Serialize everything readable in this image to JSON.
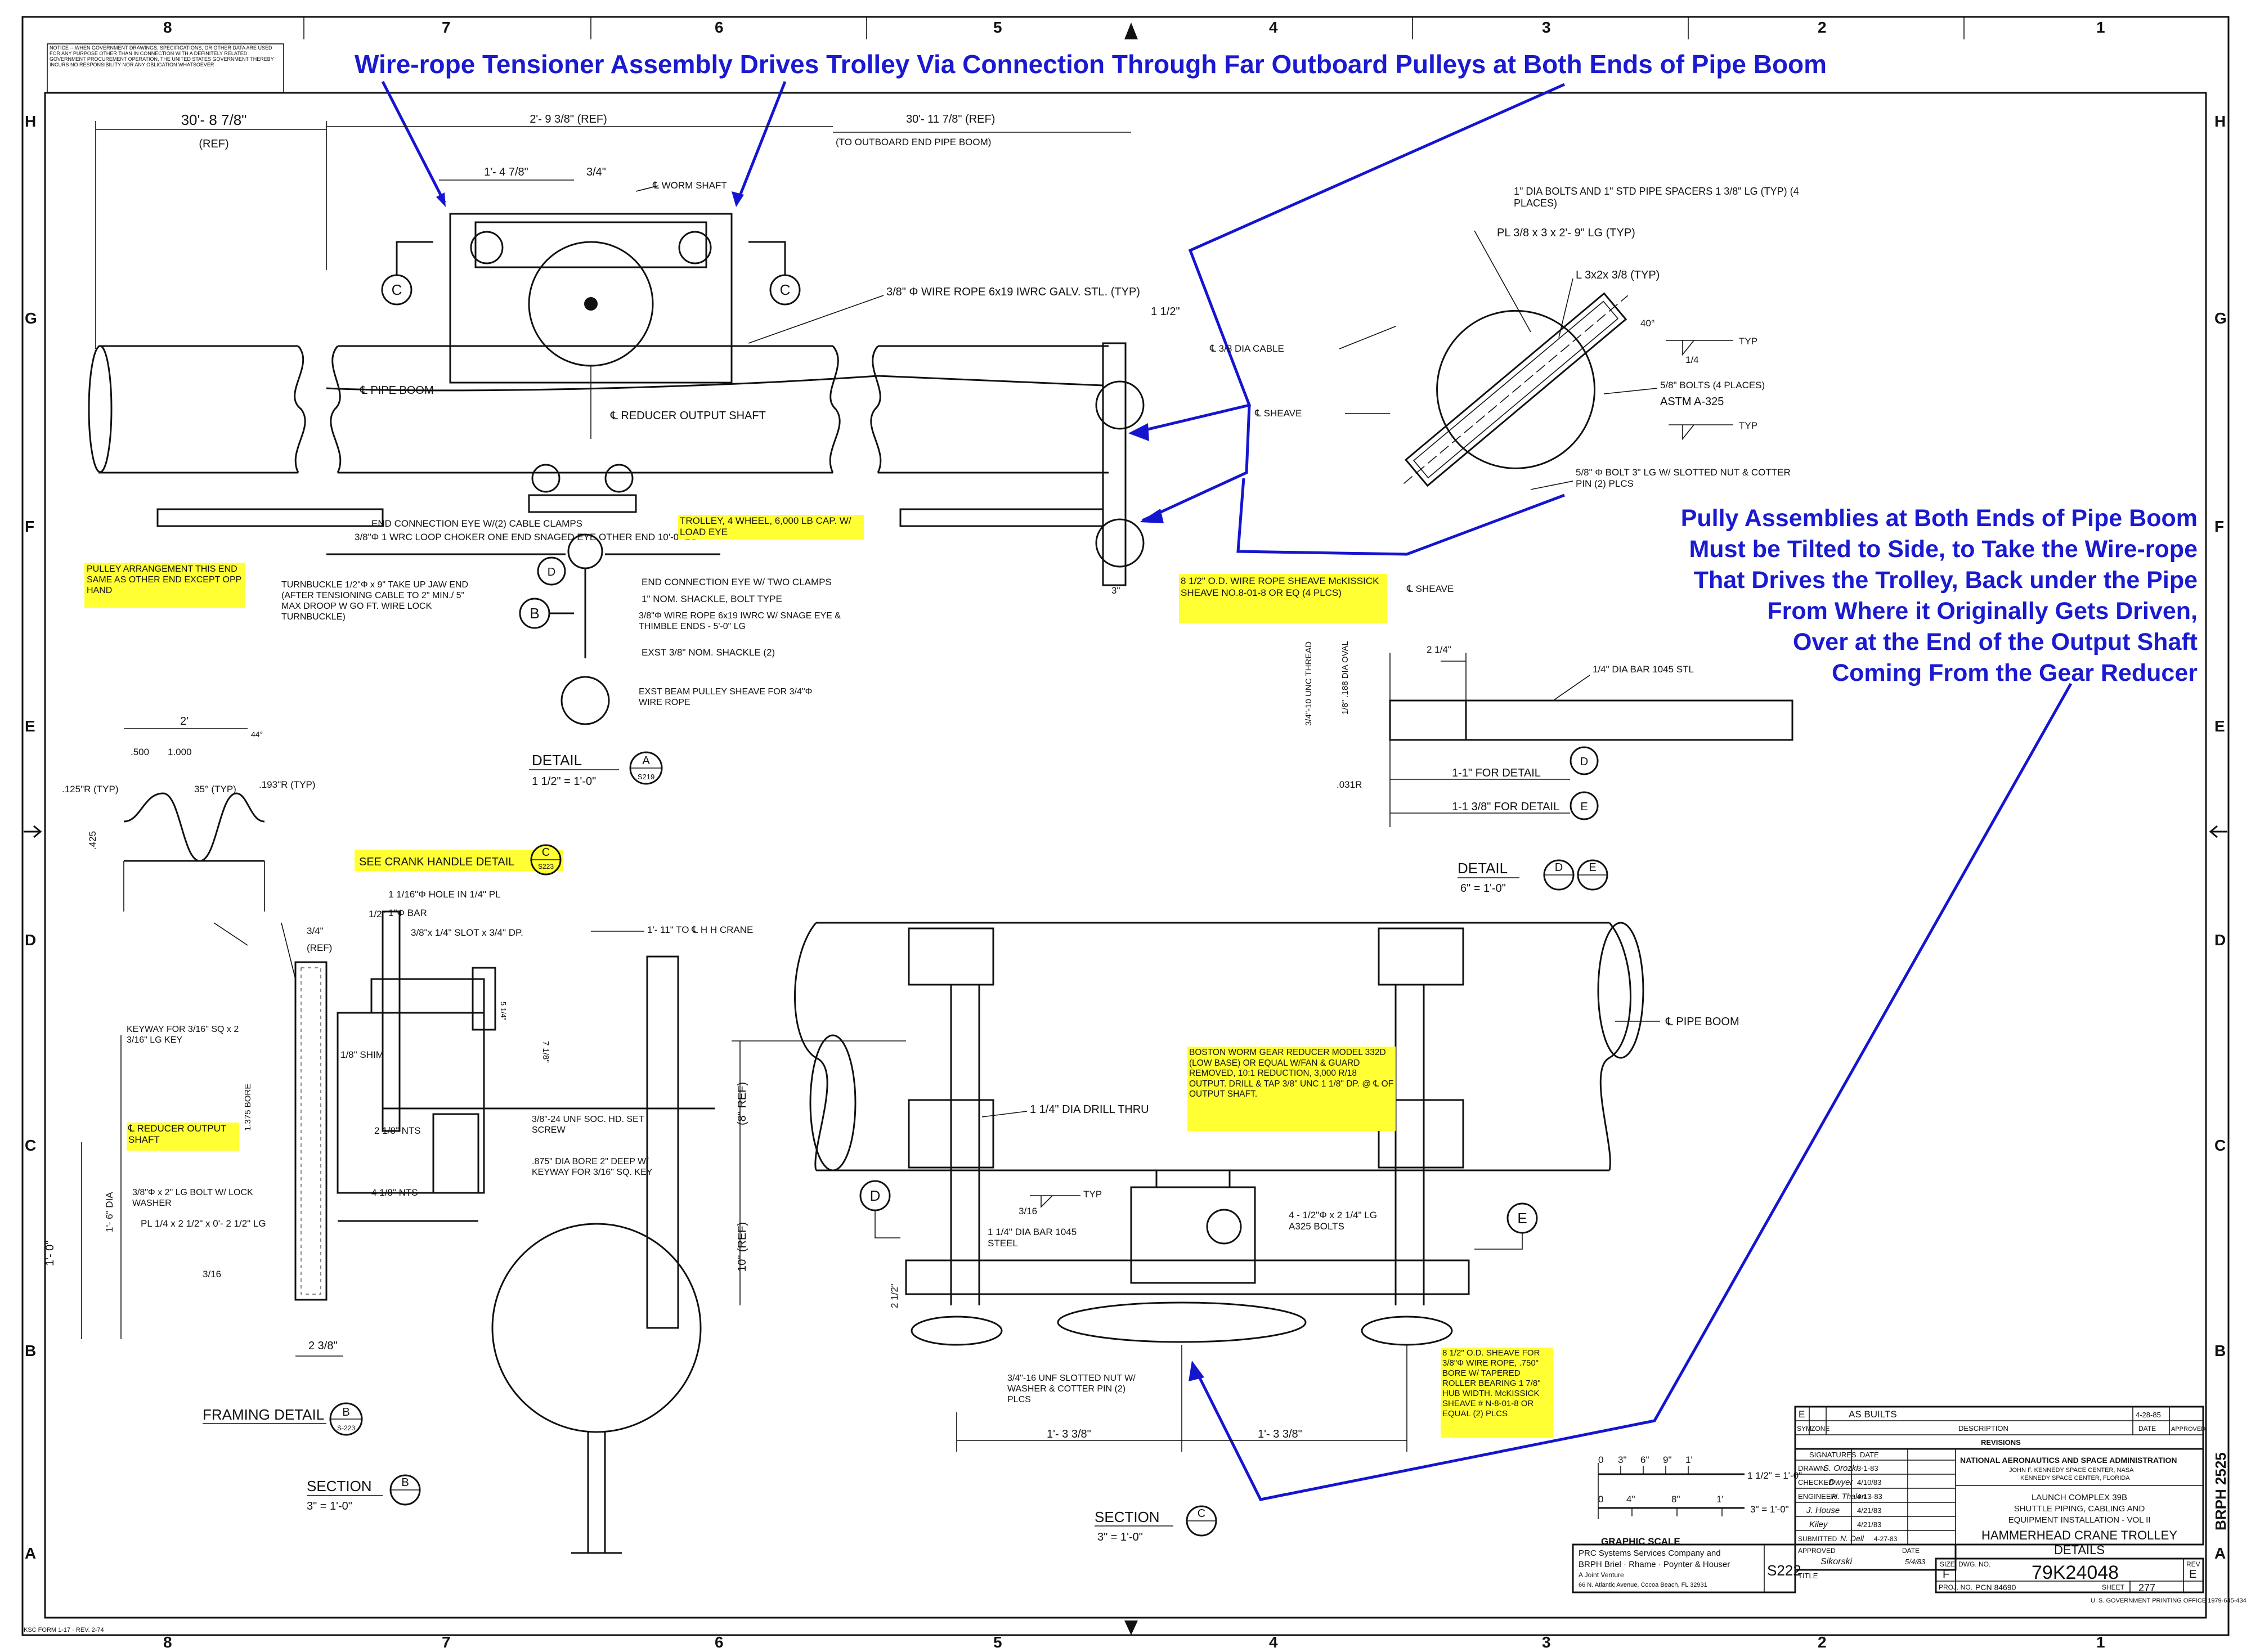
{
  "annotations": {
    "top": "Wire-rope Tensioner Assembly Drives Trolley Via Connection Through Far Outboard Pulleys at Both Ends of Pipe Boom",
    "right_lines": [
      "Pully Assemblies at Both Ends of Pipe Boom",
      "Must be Tilted to Side, to Take the Wire-rope",
      "That Drives the Trolley, Back under the Pipe",
      "From Where it Originally Gets Driven,",
      "Over at the End of the Output Shaft",
      "Coming From the Gear Reducer"
    ]
  },
  "grid": {
    "columns": [
      "8",
      "7",
      "6",
      "5",
      "4",
      "3",
      "2",
      "1"
    ],
    "rows": [
      "H",
      "G",
      "F",
      "E",
      "D",
      "C",
      "B",
      "A"
    ]
  },
  "notice": "NOTICE -- WHEN GOVERNMENT DRAWINGS, SPECIFICATIONS, OR OTHER DATA ARE USED FOR ANY PURPOSE OTHER THAN IN CONNECTION WITH A DEFINITELY RELATED GOVERNMENT PROCUREMENT OPERATION, THE UNITED STATES GOVERNMENT THEREBY INCURS NO RESPONSIBILITY NOR ANY OBLIGATION WHATSOEVER",
  "detail_a": {
    "dim_left": "30'- 8 7/8\"",
    "dim_left_sub": "(REF)",
    "dim_mid": "2'- 9 3/8\" (REF)",
    "dim_right": "30'- 11 7/8\" (REF)",
    "dim_right_sub": "(TO OUTBOARD END PIPE BOOM)",
    "dim_a": "1'- 4 7/8\"",
    "dim_b": "3/4\"",
    "worm_shaft": "℄ WORM SHAFT",
    "wire_rope": "3/8\" Φ WIRE ROPE 6x19 IWRC GALV. STL. (TYP)",
    "pipe_boom": "℄ PIPE BOOM",
    "reducer": "℄ REDUCER OUTPUT SHAFT",
    "end_eye": "END CONNECTION EYE W/(2) CABLE CLAMPS",
    "choker": "3/8\"Φ 1 WRC LOOP CHOKER ONE END SNAGED EYE OTHER END 10'-0\" LG",
    "trolley": "TROLLEY, 4 WHEEL, 6,000 LB CAP. W/ LOAD EYE",
    "pulley_arr": "PULLEY ARRANGEMENT THIS END SAME AS OTHER END EXCEPT OPP HAND",
    "turnbuckle": "TURNBUCKLE 1/2\"Φ x 9\" TAKE UP JAW END (AFTER TENSIONING CABLE TO 2\" MIN./ 5\" MAX DROOP W GO FT. WIRE LOCK TURNBUCKLE)",
    "end_eye2": "END CONNECTION EYE W/ TWO CLAMPS",
    "shackle": "1\" NOM. SHACKLE, BOLT TYPE",
    "wire_rope2": "3/8\"Φ WIRE ROPE 6x19 IWRC W/ SNAGE EYE & THIMBLE ENDS - 5'-0\" LG",
    "exst_shackle": "EXST 3/8\" NOM. SHACKLE (2)",
    "exst_beam": "EXST BEAM PULLEY SHEAVE FOR 3/4\"Φ WIRE ROPE",
    "sheave": "8 1/2\" O.D. WIRE ROPE SHEAVE McKISSICK SHEAVE NO.8-01-8 OR EQ (4 PLCS)",
    "dim_v": "1 1/2\"",
    "dim_3": "3\"",
    "title": "DETAIL",
    "mark": "A",
    "ref": "S219",
    "scale": "1 1/2\" = 1'-0\""
  },
  "detail_tilt": {
    "bolts": "1\" DIA BOLTS AND 1\" STD PIPE SPACERS 1 3/8\" LG (TYP) (4 PLACES)",
    "plate": "PL 3/8 x 3 x 2'- 9\" LG (TYP)",
    "angle": "L 3x2x 3/8 (TYP)",
    "angle_40": "40°",
    "cable": "℄ 3/8 DIA CABLE",
    "sheave1": "℄ SHEAVE",
    "sheave2": "℄ SHEAVE",
    "bolts2": "5/8\" BOLTS (4 PLACES)",
    "astm": "ASTM A-325",
    "slotted": "5/8\" Φ BOLT 3\" LG W/ SLOTTED NUT & COTTER PIN (2) PLCS",
    "typ": "TYP",
    "frac": "1/4"
  },
  "detail_de": {
    "dim_top": "2 1/4\"",
    "bar": "1/4\" DIA BAR 1045 STL",
    "thread": "3/4\"-10 UNC THREAD",
    "oval": "1/8\" .188 DIA OVAL",
    "r031": ".031R",
    "for_d": "1-1\" FOR DETAIL",
    "for_e": "1-1 3/8\" FOR DETAIL",
    "mark_d": "D",
    "mark_e": "E",
    "title": "DETAIL",
    "scale": "6\" = 1'-0\""
  },
  "groove": {
    "dim_2": "2'",
    "dim_500": ".500",
    "dim_1000": "1.000",
    "r125": ".125\"R (TYP)",
    "deg35": "35° (TYP)",
    "r193": ".193\"R (TYP)",
    "dim_425": ".425",
    "dim_44": "44°"
  },
  "framing": {
    "crank": "SEE CRANK HANDLE DETAIL",
    "crank_mark": "C",
    "crank_ref": "S223",
    "hole": "1 1/16\"Φ HOLE IN 1/4\" PL",
    "bar": "1\"Φ BAR",
    "slot": "3/8\"x 1/4\" SLOT x 3/4\" DP.",
    "crane": "1'- 11\" TO ℄ H H CRANE",
    "dim_34": "3/4\"",
    "ref": "(REF)",
    "dim_12": "1/2\"",
    "keyway": "KEYWAY FOR 3/16\" SQ x 2 3/16\" LG KEY",
    "shim": "1/8\" SHIM",
    "reducer": "℄ REDUCER OUTPUT SHAFT",
    "bolt": "3/8\"Φ x 2\" LG BOLT W/ LOCK WASHER",
    "plate": "PL 1/4 x 2 1/2\" x 0'- 2 1/2\" LG",
    "unf": "3/8\"-24 UNF SOC. HD. SET SCREW",
    "bore": ".875\" DIA BORE 2\" DEEP W/ KEYWAY FOR 3/16\" SQ. KEY",
    "nts1": "2 1/8\" NTS",
    "nts2": "4 1/8\" NTS",
    "bore_lbl": "1.375 BORE",
    "dim_1_6": "1'- 6\" DIA",
    "dim_1_0": "1'- 0\"",
    "dim_23": "2 3/8\"",
    "dim_316": "3/16",
    "dim_7": "7 1/8\"",
    "dim_5": "5 1/4\"",
    "title": "FRAMING DETAIL",
    "mark": "B",
    "ref_sheet": "S-223"
  },
  "section_b": {
    "title": "SECTION",
    "mark": "B",
    "scale": "3\" = 1'-0\""
  },
  "section_c": {
    "pipe_boom": "℄ PIPE BOOM",
    "reducer": "BOSTON WORM GEAR REDUCER MODEL 332D (LOW BASE) OR EQUAL W/FAN & GUARD REMOVED, 10:1 REDUCTION, 3,000 R/18 OUTPUT. DRILL & TAP 3/8\" UNC 1 1/8\" DP. @ ℄ OF OUTPUT SHAFT.",
    "drill": "1 1/4\" DIA DRILL THRU",
    "dia_bar": "1 1/4\" DIA BAR 1045 STEEL",
    "bolts": "4 - 1/2\"Φ x 2 1/4\" LG A325 BOLTS",
    "typ": "TYP",
    "frac": "3/16",
    "unf": "3/4\"-16 UNF SLOTTED NUT W/ WASHER & COTTER PIN (2) PLCS",
    "sheave": "8 1/2\" O.D. SHEAVE FOR 3/8\"Φ WIRE ROPE, .750\" BORE W/ TAPERED ROLLER BEARING 1 7/8\" HUB WIDTH. McKISSICK SHEAVE # N-8-01-8 OR EQUAL (2) PLCS",
    "dim_8ref": "(8\" REF)",
    "dim_10ref": "10\" (REF)",
    "dim_2_12": "2 1/2\"",
    "dim_l": "1'- 3 3/8\"",
    "dim_r": "1'- 3 3/8\"",
    "mark_d": "D",
    "mark_e": "E",
    "title": "SECTION",
    "mark": "C",
    "scale": "3\" = 1'-0\""
  },
  "graphic_scale": {
    "label": "GRAPHIC SCALE",
    "top_ticks": [
      "0",
      "3\"",
      "6\"",
      "9\"",
      "1'"
    ],
    "bottom_ticks": [
      "0",
      "4\"",
      "8\"",
      "1'"
    ],
    "top_note": "1 1/2\" = 1'-0\"",
    "bottom_note": "3\" = 1'-0\""
  },
  "title_block": {
    "rev": "E",
    "rev_desc": "AS BUILTS",
    "rev_date": "4-28-85",
    "sym": "SYM.",
    "zone": "ZONE",
    "desc": "DESCRIPTION",
    "date_h": "DATE",
    "approved": "APPROVED",
    "revisions": "REVISIONS",
    "signatures": "SIGNATURES",
    "date_col": "DATE",
    "drawn": "DRAWN",
    "drawn_sig": "S. Orozki",
    "drawn_date": "3-1-83",
    "checked": "CHECKED",
    "checked_sig": "Dwyer",
    "checked_date": "4/10/83",
    "engineer": "ENGINEER",
    "engineer_sig": "H. Thalen",
    "engineer_date": "4-13-83",
    "sig4": "J. House",
    "sig4_date": "4/21/83",
    "sig5": "Kiley",
    "sig5_date": "4/21/83",
    "submitted": "SUBMITTED",
    "submitted_sig": "N. Dell",
    "submitted_date": "4-27-83",
    "approved2": "APPROVED",
    "approved2_sig": "Sikorski",
    "approved2_date": "5/4/83",
    "title_lbl": "TITLE",
    "nasa": "NATIONAL AERONAUTICS AND SPACE ADMINISTRATION",
    "ksc": "JOHN F. KENNEDY SPACE CENTER, NASA",
    "ksc2": "KENNEDY SPACE CENTER, FLORIDA",
    "lc1": "LAUNCH COMPLEX 39B",
    "lc2": "SHUTTLE PIPING, CABLING AND",
    "lc3": "EQUIPMENT INSTALLATION - VOL II",
    "title1": "HAMMERHEAD CRANE TROLLEY",
    "title2": "DETAILS",
    "size": "SIZE",
    "size_val": "F",
    "dwg_no": "DWG. NO.",
    "dwg": "79K24048",
    "rev_lbl": "REV",
    "rev_val": "E",
    "proj": "PROJ. NO.",
    "pcn": "PCN 84690",
    "sheet": "SHEET",
    "sheet_no": "277",
    "sheet_ref": "S222",
    "prc1": "PRC Systems Services Company and",
    "prc2": "BRPH Briel · Rhame · Poynter & Houser",
    "prc3": "A Joint Venture",
    "prc4": "66 N. Atlantic Avenue, Cocoa Beach, FL 32931",
    "gpo": "U. S. GOVERNMENT PRINTING OFFICE 1979-645-434",
    "brph": "BRPH 2525",
    "form": "KSC FORM 1-17 · REV. 2-74"
  }
}
